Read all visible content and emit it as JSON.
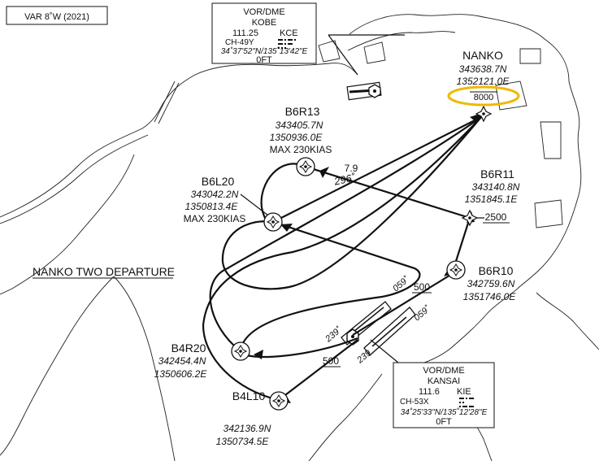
{
  "variation": "VAR 8˚W (2021)",
  "procedure_name": "NANKO TWO DEPARTURE",
  "highlight_color": "#f0b800",
  "navaids": {
    "kobe": {
      "type": "VOR/DME",
      "name": "KOBE",
      "freq": "111.25",
      "ident": "KCE",
      "channel": "CH-49Y",
      "coords": "34˚37'52\"N/135˚13'42\"E",
      "elev": "0FT"
    },
    "kansai": {
      "type": "VOR/DME",
      "name": "KANSAI",
      "freq": "111.6",
      "ident": "KIE",
      "channel": "CH-53X",
      "coords": "34˚25'33\"N/135˚12'28\"E",
      "elev": "0FT"
    }
  },
  "waypoints": {
    "nanko": {
      "name": "NANKO",
      "lat": "343638.7N",
      "lon": "1352121.0E",
      "alt": "8000"
    },
    "b6r13": {
      "name": "B6R13",
      "lat": "343405.7N",
      "lon": "1350936.0E",
      "speed": "MAX 230KIAS"
    },
    "b6l20": {
      "name": "B6L20",
      "lat": "343042.2N",
      "lon": "1350813.4E",
      "speed": "MAX 230KIAS"
    },
    "b6r11": {
      "name": "B6R11",
      "lat": "343140.8N",
      "lon": "1351845.1E",
      "alt": "2500"
    },
    "b6r10": {
      "name": "B6R10",
      "lat": "342759.6N",
      "lon": "1351746.0E"
    },
    "b4r20": {
      "name": "B4R20",
      "lat": "342454.4N",
      "lon": "1350606.2E"
    },
    "b4l10": {
      "name": "B4L10",
      "lat": "342136.9N",
      "lon": "1350734.5E"
    }
  },
  "route_labels": {
    "dist_79": "7.9",
    "brg_296": "296˚",
    "rwy_059_a": "059˚",
    "rwy_059_b": "059˚",
    "rwy_239_a": "239˚",
    "rwy_239_b": "239",
    "alt_500_a": "500",
    "alt_500_b": "500"
  }
}
